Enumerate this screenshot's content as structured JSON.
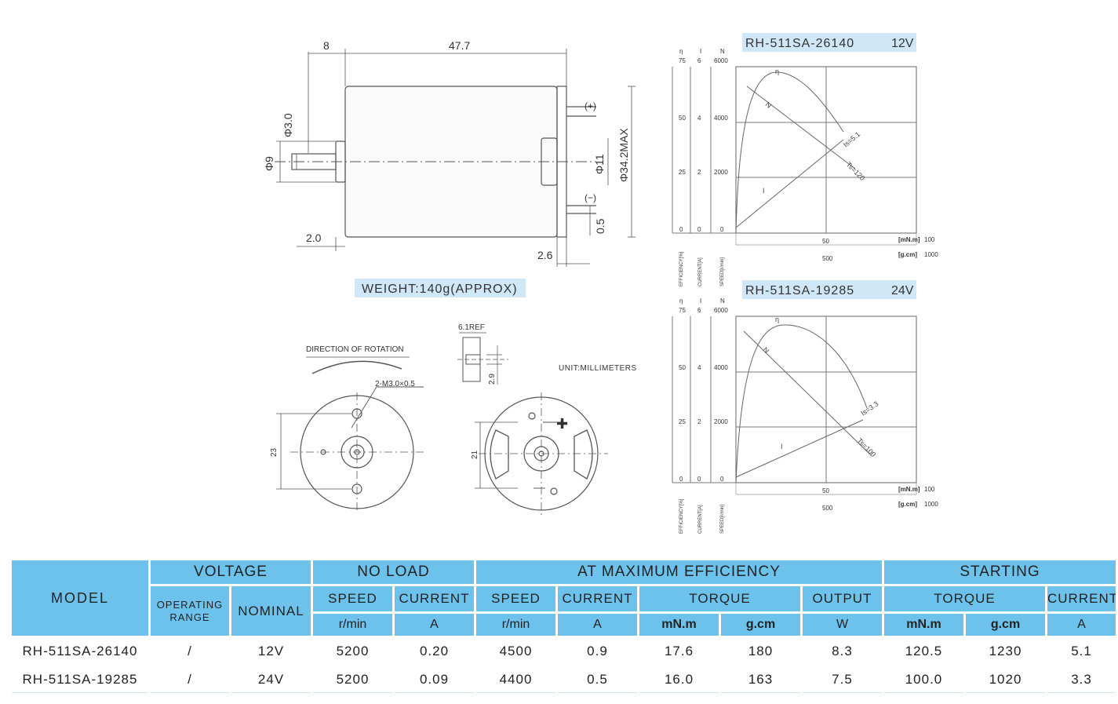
{
  "dimension_labels": {
    "shaft_length": "8",
    "body_length": "47.7",
    "shaft_dia": "Φ3.0",
    "boss_dia": "Φ9",
    "front_offset": "2.0",
    "rear_offset": "2.6",
    "rear_boss": "Φ11",
    "body_dia": "Φ34.2MAX",
    "terminal_thk": "0.5",
    "plus": "(+)",
    "minus": "(−)"
  },
  "weight": "WEIGHT:140g(APPROX)",
  "rotation_label": "DIRECTION OF ROTATION",
  "screw_label": "2-M3.0×0.5",
  "ref_label": "6.1REF",
  "dim_29": "2.9",
  "dim_23": "23",
  "dim_21": "21",
  "unit_label": "UNIT:MILLIMETERS",
  "graphs": [
    {
      "title": "RH-511SA-26140",
      "voltage": "12V",
      "axis_heads": {
        "eff": "η",
        "cur": "I",
        "spd": "N"
      },
      "eff_ticks": [
        "75",
        "50",
        "25",
        "0"
      ],
      "cur_ticks": [
        "6",
        "4",
        "2",
        "0"
      ],
      "spd_ticks": [
        "6000",
        "4000",
        "2000",
        "0"
      ],
      "axis_names": {
        "eff": "EFFICIENCY[%]",
        "cur": "CURRENT[A]",
        "spd": "SPEED[r/min]"
      },
      "x_ticks_mn": [
        "50",
        "100"
      ],
      "x_unit_mn": "[mN.m]",
      "x_ticks_gcm": [
        "500",
        "1000"
      ],
      "x_unit_gcm": "[g.cm]",
      "curve_labels": {
        "eff": "η",
        "speed": "N",
        "current": "I",
        "is": "Is=5.1",
        "ts": "Ts=120"
      }
    },
    {
      "title": "RH-511SA-19285",
      "voltage": "24V",
      "axis_heads": {
        "eff": "η",
        "cur": "I",
        "spd": "N"
      },
      "eff_ticks": [
        "75",
        "50",
        "25",
        "0"
      ],
      "cur_ticks": [
        "6",
        "4",
        "2",
        "0"
      ],
      "spd_ticks": [
        "6000",
        "4000",
        "2000",
        "0"
      ],
      "axis_names": {
        "eff": "EFFICIENCY[%]",
        "cur": "CURRENT[A]",
        "spd": "SPEED[r/min]"
      },
      "x_ticks_mn": [
        "50",
        "100"
      ],
      "x_unit_mn": "[mN.m]",
      "x_ticks_gcm": [
        "500",
        "1000"
      ],
      "x_unit_gcm": "[g.cm]",
      "curve_labels": {
        "eff": "η",
        "speed": "N",
        "current": "I",
        "is": "Is=3.3",
        "ts": "Ts=100"
      }
    }
  ],
  "table": {
    "groups": {
      "model": "MODEL",
      "voltage": "VOLTAGE",
      "no_load": "NO LOAD",
      "max_eff": "AT MAXIMUM EFFICIENCY",
      "starting": "STARTING"
    },
    "sub": {
      "operating_range": "OPERATING RANGE",
      "nominal": "NOMINAL",
      "nl_speed": "SPEED",
      "nl_current": "CURRENT",
      "me_speed": "SPEED",
      "me_current": "CURRENT",
      "me_torque": "TORQUE",
      "me_output": "OUTPUT",
      "st_torque": "TORQUE",
      "st_current": "CURRENT"
    },
    "units": {
      "nl_speed": "r/min",
      "nl_current": "A",
      "me_speed": "r/min",
      "me_current": "A",
      "me_torque_mn": "mN.m",
      "me_torque_g": "g.cm",
      "me_output": "W",
      "st_torque_mn": "mN.m",
      "st_torque_g": "g.cm",
      "st_current": "A"
    },
    "rows": [
      {
        "model": "RH-511SA-26140",
        "range": "/",
        "nominal": "12V",
        "nl_speed": "5200",
        "nl_current": "0.20",
        "me_speed": "4500",
        "me_current": "0.9",
        "me_torque_mn": "17.6",
        "me_torque_g": "180",
        "me_output": "8.3",
        "st_torque_mn": "120.5",
        "st_torque_g": "1230",
        "st_current": "5.1"
      },
      {
        "model": "RH-511SA-19285",
        "range": "/",
        "nominal": "24V",
        "nl_speed": "5200",
        "nl_current": "0.09",
        "me_speed": "4400",
        "me_current": "0.5",
        "me_torque_mn": "16.0",
        "me_torque_g": "163",
        "me_output": "7.5",
        "st_torque_mn": "100.0",
        "st_torque_g": "1020",
        "st_current": "3.3"
      }
    ]
  }
}
